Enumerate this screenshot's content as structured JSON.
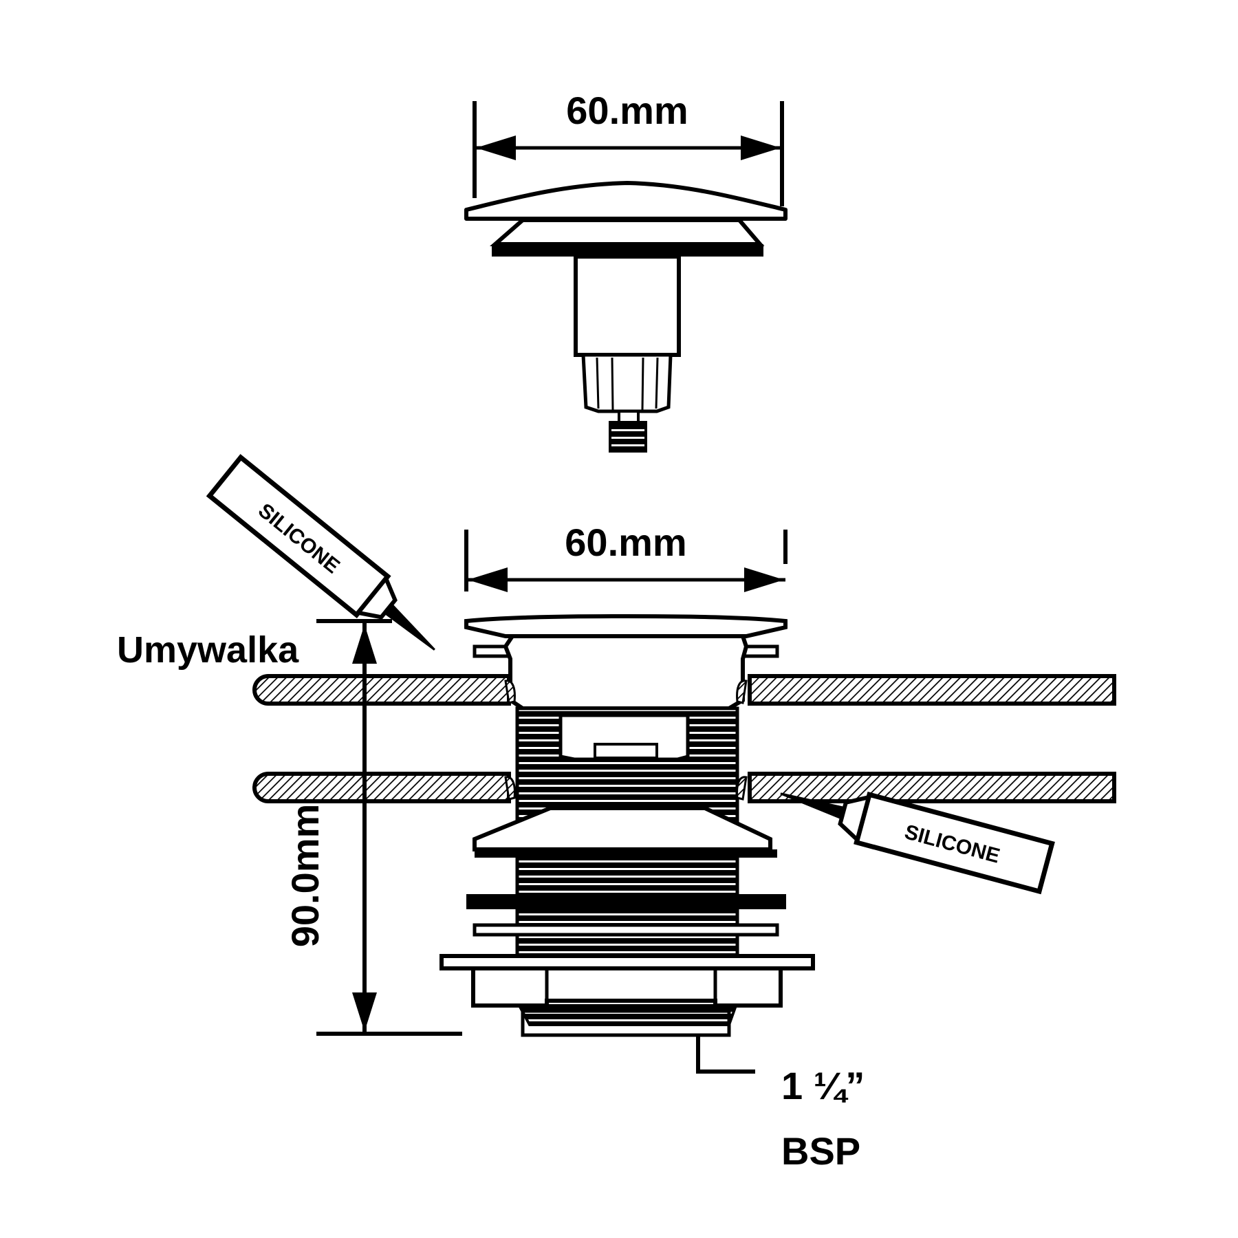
{
  "dimensions": {
    "cap_width": "60.mm",
    "body_width": "60.mm",
    "height": "90.0mm"
  },
  "labels": {
    "basin": "Umywalka",
    "silicone_upper": "SILICONE",
    "silicone_lower": "SILICONE",
    "thread_size": "1 ¼”",
    "thread_type": "BSP"
  },
  "colors": {
    "ink": "#000000",
    "paper": "#ffffff"
  }
}
